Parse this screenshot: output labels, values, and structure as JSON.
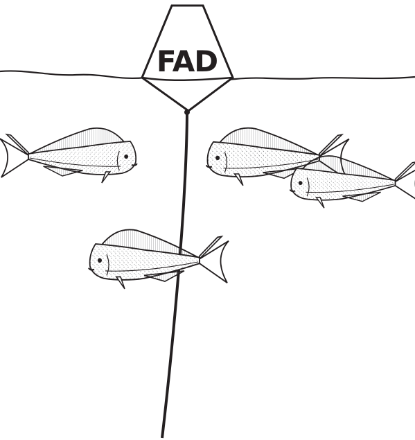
{
  "buoy": {
    "label": "FAD"
  },
  "colors": {
    "ink": "#231f20",
    "water_line": "#231f20",
    "fish_fill": "#ffffff",
    "fish_stipple": "#6d6e71"
  },
  "fish": [
    {
      "name": "fish-top-left",
      "facing": "right"
    },
    {
      "name": "fish-top-right",
      "facing": "left"
    },
    {
      "name": "fish-middle-right",
      "facing": "left"
    },
    {
      "name": "fish-lower-center",
      "facing": "left"
    }
  ]
}
